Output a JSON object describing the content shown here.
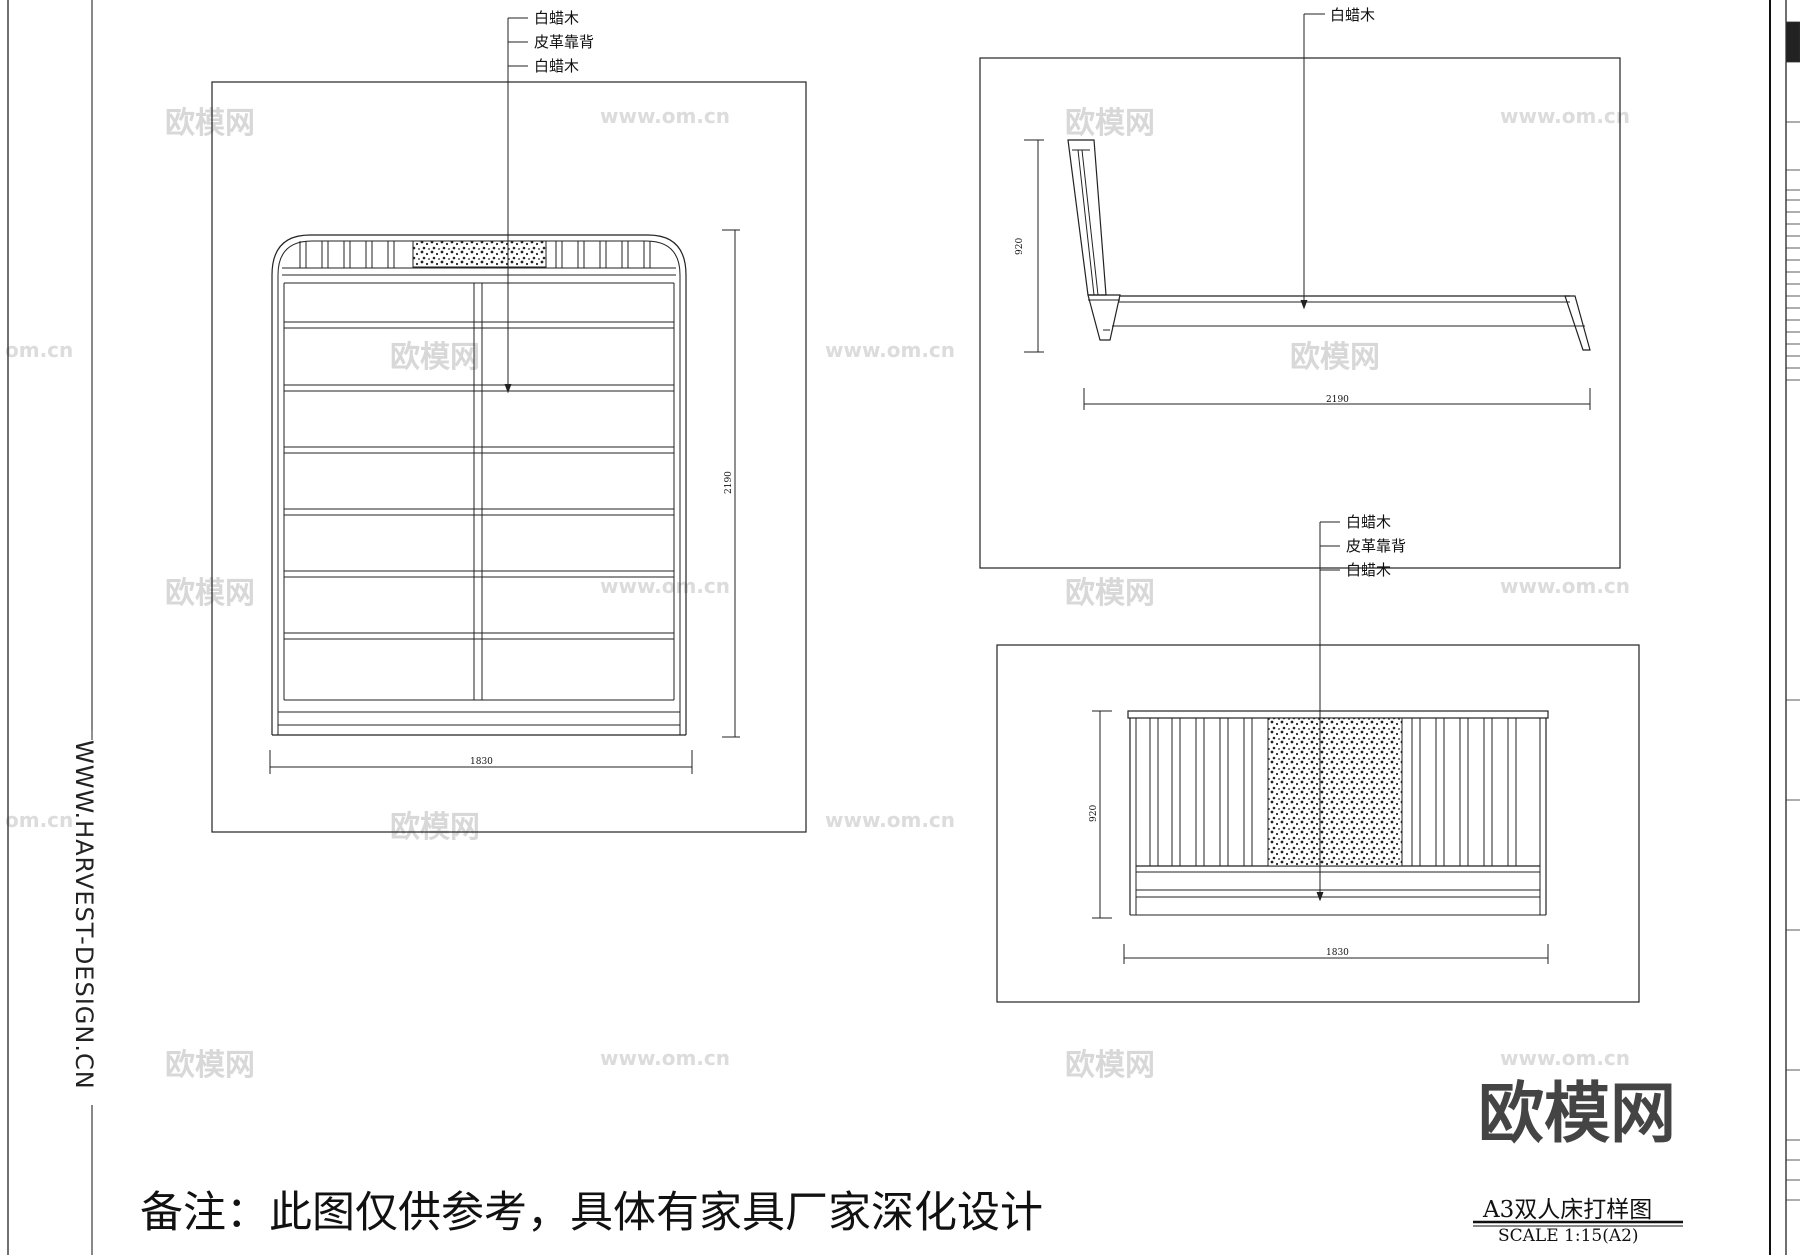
{
  "sidebar": {
    "website": "WWW.HARVEST-DESIGN.CN"
  },
  "views": {
    "plan": {
      "leaders": [
        "白蜡木",
        "皮革靠背",
        "白蜡木"
      ],
      "dim_width": "1830",
      "dim_length": "2190"
    },
    "side": {
      "leaders": [
        "白蜡木"
      ],
      "dim_height": "920",
      "dim_length": "2190"
    },
    "front": {
      "leaders": [
        "白蜡木",
        "皮革靠背",
        "白蜡木"
      ],
      "dim_height": "920",
      "dim_width": "1830"
    }
  },
  "notes": {
    "remark": "备注：此图仅供参考，具体有家具厂家深化设计"
  },
  "title_block": {
    "drawing_title": "A3双人床打样图",
    "scale": "SCALE  1:15(A2)"
  },
  "watermark": {
    "logo": "欧模网",
    "brand": "欧模网",
    "url": "www.om.cn",
    "url_short": "om.cn"
  }
}
